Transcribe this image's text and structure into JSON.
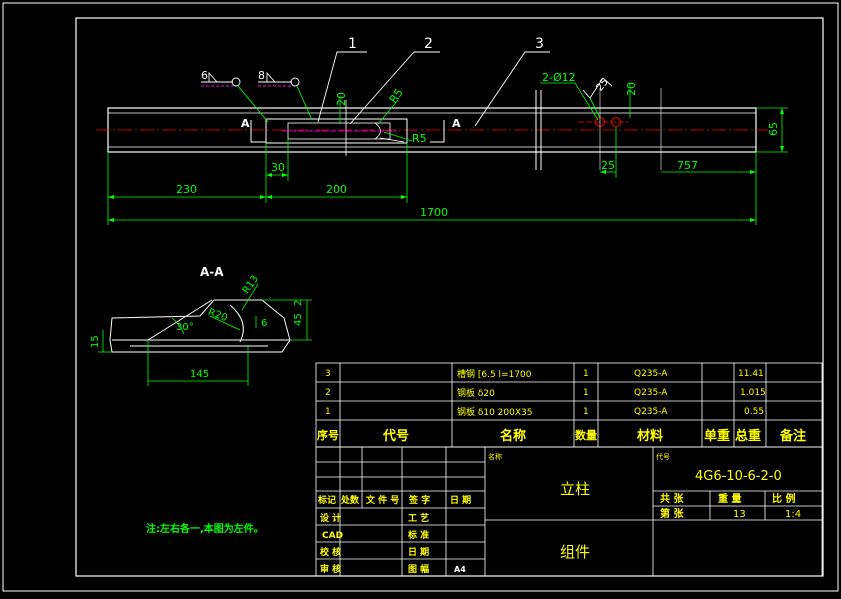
{
  "colors": {
    "background": "#000000",
    "frame": "#ffffff",
    "part": "#ffffff",
    "dimension": "#00ff00",
    "centerline": "#ff0000",
    "leader": "#ffffff",
    "table_text": "#ffff00",
    "roughness": "#ff00ff",
    "note": "#00ff00"
  },
  "balloons": [
    "1",
    "2",
    "3"
  ],
  "section_marks": {
    "left": "A",
    "right": "A"
  },
  "roughness": [
    {
      "value": "6"
    },
    {
      "value": "8"
    },
    {
      "value": "25"
    }
  ],
  "dimensions": {
    "d20_top": "20",
    "r5_top": "R5",
    "r5_side": "R5",
    "hole_spec": "2-Ø12",
    "d20_right": "20",
    "d65": "65",
    "d30": "30",
    "d25": "25",
    "d757": "757",
    "d230": "230",
    "d200": "200",
    "d1700": "1700"
  },
  "section_view": {
    "title": "A-A",
    "r13": "R13",
    "r20": "R20",
    "angle": "30°",
    "d45": "45",
    "d2": "2",
    "d6": "6",
    "d15": "15",
    "d145": "145"
  },
  "bom": {
    "rows": [
      {
        "seq": "3",
        "code": "",
        "name": "槽钢 [6.5 l=1700",
        "qty": "1",
        "material": "Q235-A",
        "unit_weight": "11.41",
        "total_weight": "",
        "remark": ""
      },
      {
        "seq": "2",
        "code": "",
        "name": "钢板 δ20",
        "qty": "1",
        "material": "Q235-A",
        "unit_weight": "1.015",
        "total_weight": "",
        "remark": ""
      },
      {
        "seq": "1",
        "code": "",
        "name": "钢板 δ10 200X35",
        "qty": "1",
        "material": "Q235-A",
        "unit_weight": "0.55",
        "total_weight": "",
        "remark": ""
      }
    ],
    "header": {
      "seq": "序号",
      "code": "代号",
      "name": "名称",
      "qty": "数量",
      "material": "材料",
      "unit_weight": "单重",
      "total_weight": "总重",
      "remark": "备注"
    }
  },
  "title_block": {
    "name_caption": "名称",
    "code_caption": "代号",
    "part_name": "立柱",
    "drawing_code": "4G6-10-6-2-0",
    "assembly": "组件",
    "sheets_total_label": "共 张",
    "weight_label": "重 量",
    "scale_label": "比 例",
    "sheet_label": "第 张",
    "weight_value": "13",
    "scale_value": "1:4",
    "rev_headers": [
      "标记",
      "处数",
      "文 件 号",
      "签 字",
      "日 期"
    ],
    "sign_rows": [
      {
        "left": "设 计",
        "right": "工 艺"
      },
      {
        "left": "CAD",
        "right": "标 准"
      },
      {
        "left": "校 核",
        "right": "日 期"
      },
      {
        "left": "审 核",
        "right": "图 幅"
      }
    ],
    "sheet_size": "A4"
  },
  "note": "注:左右各一,本图为左件。"
}
